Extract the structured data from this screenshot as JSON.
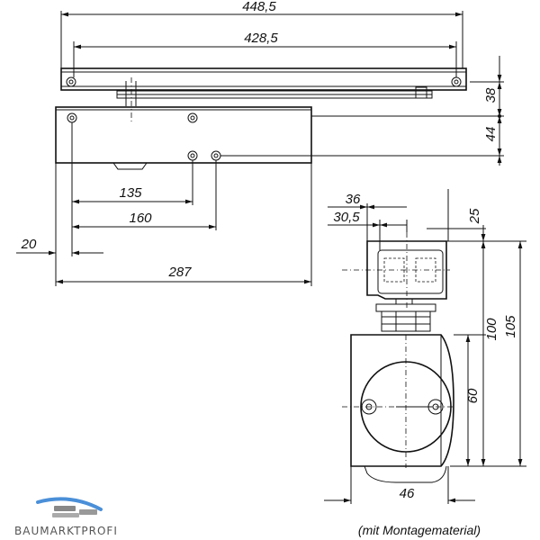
{
  "dimensions": {
    "d448": "448,5",
    "d428": "428,5",
    "d38": "38",
    "d44": "44",
    "d135": "135",
    "d160": "160",
    "d20": "20",
    "d287": "287",
    "d36": "36",
    "d30": "30,5",
    "d25": "25",
    "d100": "100",
    "d105": "105",
    "d60": "60",
    "d46": "46"
  },
  "caption": "(mit Montagematerial)",
  "logo": {
    "text": "BAUMARKTPROFI",
    "colors": [
      "#4a8fd8",
      "#888888"
    ]
  },
  "colors": {
    "line": "#111111",
    "background": "#ffffff"
  }
}
